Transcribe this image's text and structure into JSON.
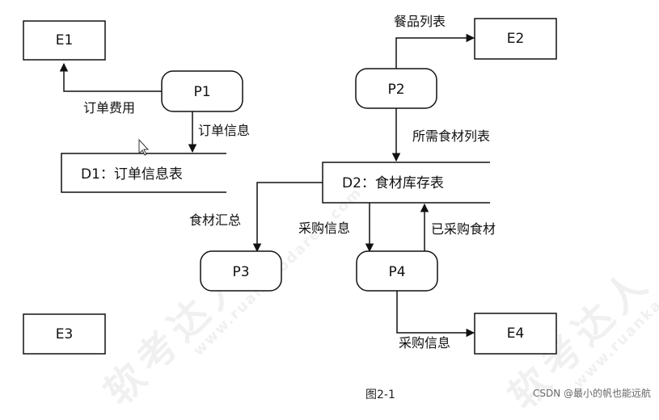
{
  "diagram": {
    "entities": {
      "e1": "E1",
      "e2": "E2",
      "e3": "E3",
      "e4": "E4"
    },
    "processes": {
      "p1": "P1",
      "p2": "P2",
      "p3": "P3",
      "p4": "P4"
    },
    "stores": {
      "d1": "D1：订单信息表",
      "d2": "D2：食材库存表"
    },
    "flows": {
      "p1_e1": "订单费用",
      "p1_d1": "订单信息",
      "p2_e2": "餐品列表",
      "p2_d2": "所需食材列表",
      "d2_p3": "食材汇总",
      "d2_p4": "采购信息",
      "p4_d2": "已采购食材",
      "p4_e4": "采购信息"
    }
  },
  "caption": "图2-1",
  "credit": "CSDN @最小的帆也能远航",
  "watermark": {
    "brand": "软考达人",
    "site": "www.ruankaodaren.com"
  },
  "colors": {
    "line": "#111111",
    "box_fill": "#ffffff"
  }
}
